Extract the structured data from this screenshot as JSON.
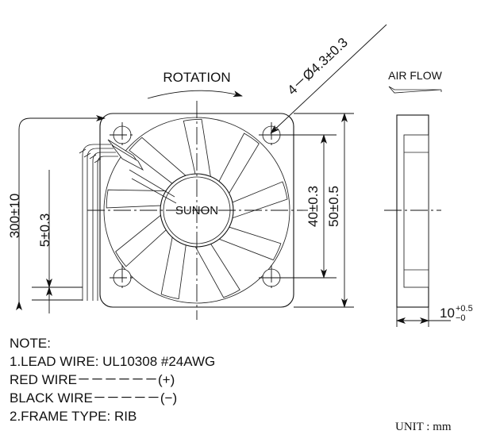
{
  "document": {
    "type": "technical-drawing",
    "subject": "SUNON axial cooling fan",
    "unit_note": "UNIT : mm"
  },
  "labels": {
    "rotation": "ROTATION",
    "air_flow": "AIR FLOW",
    "brand": "SUNON",
    "hole_callout": "4－Ø4.3±0.3"
  },
  "dimensions": {
    "lead_length": "300±10",
    "wire_spacing": "5±0.3",
    "hole_pitch": "40±0.3",
    "frame_size": "50±0.5",
    "thickness_base": "10",
    "thickness_upper_tol": "+0.5",
    "thickness_lower_tol": "−0"
  },
  "notes": {
    "heading": "NOTE:",
    "items": [
      "1.LEAD  WIRE: UL10308  #24AWG",
      "  RED  WIRE－－－－－－(+)",
      "  BLACK  WIRE－－－－－(−)",
      "2.FRAME  TYPE: RIB"
    ]
  },
  "colors": {
    "line": "#111111",
    "background": "#ffffff"
  }
}
